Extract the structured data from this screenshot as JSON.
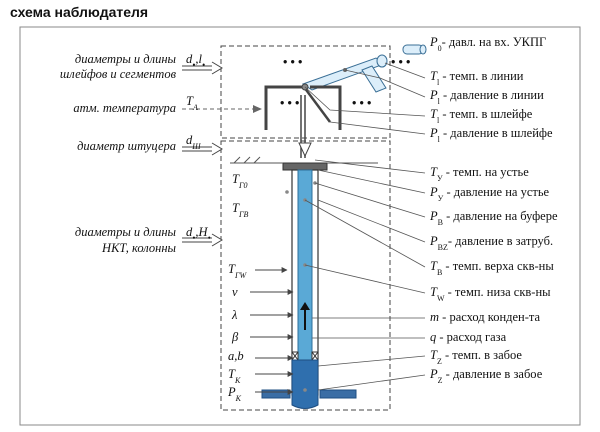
{
  "title": "схема наблюдателя",
  "inputs": [
    {
      "id": "in1",
      "text1": "диаметры и длины",
      "text2": "шлейфов и сегментов",
      "sym": "d•,l•"
    },
    {
      "id": "in2",
      "text1": "атм. температура",
      "sym": "T_A"
    },
    {
      "id": "in3",
      "text1": "диаметр штуцера",
      "sym": "d_Ш"
    },
    {
      "id": "in4",
      "text1": "диаметры и длины",
      "text2": "НКТ, колонны",
      "sym": "d•,H•"
    }
  ],
  "left_params": [
    "T_Г0",
    "T_ГВ",
    "T_ГW",
    "ν",
    "λ",
    "β",
    "a,b",
    "T_K",
    "P_K"
  ],
  "right_params": [
    {
      "sym": "P_0",
      "desc": "- давл. на вх. УКПГ"
    },
    {
      "sym": "T_l",
      "desc": "- темп. в линии"
    },
    {
      "sym": "P_l",
      "desc": "- давление в линии"
    },
    {
      "sym": "T_l",
      "desc": "- темп. в шлейфе"
    },
    {
      "sym": "P_l",
      "desc": "- давление в шлейфе"
    },
    {
      "sym": "T_У",
      "desc": "- темп. на устье"
    },
    {
      "sym": "P_У",
      "desc": "- давление на устье"
    },
    {
      "sym": "P_B",
      "desc": "- давление на буфере"
    },
    {
      "sym": "P_BZ",
      "desc": "- давление в затруб."
    },
    {
      "sym": "T_B",
      "desc": "- темп. верха скв-ны"
    },
    {
      "sym": "T_W",
      "desc": "- темп. низа скв-ны"
    },
    {
      "sym": "m",
      "desc": "- расход конден-та"
    },
    {
      "sym": "q",
      "desc": "- расход газа"
    },
    {
      "sym": "T_Z",
      "desc": "- темп. в забое"
    },
    {
      "sym": "P_Z",
      "desc": "- давление в забое"
    }
  ],
  "dots": "• • •",
  "colors": {
    "pipe": "#5aa9d6",
    "pipe_dark": "#2f7fb5",
    "bottom": "#3b6ea5",
    "frame": "#444444",
    "ground": "#555555"
  }
}
